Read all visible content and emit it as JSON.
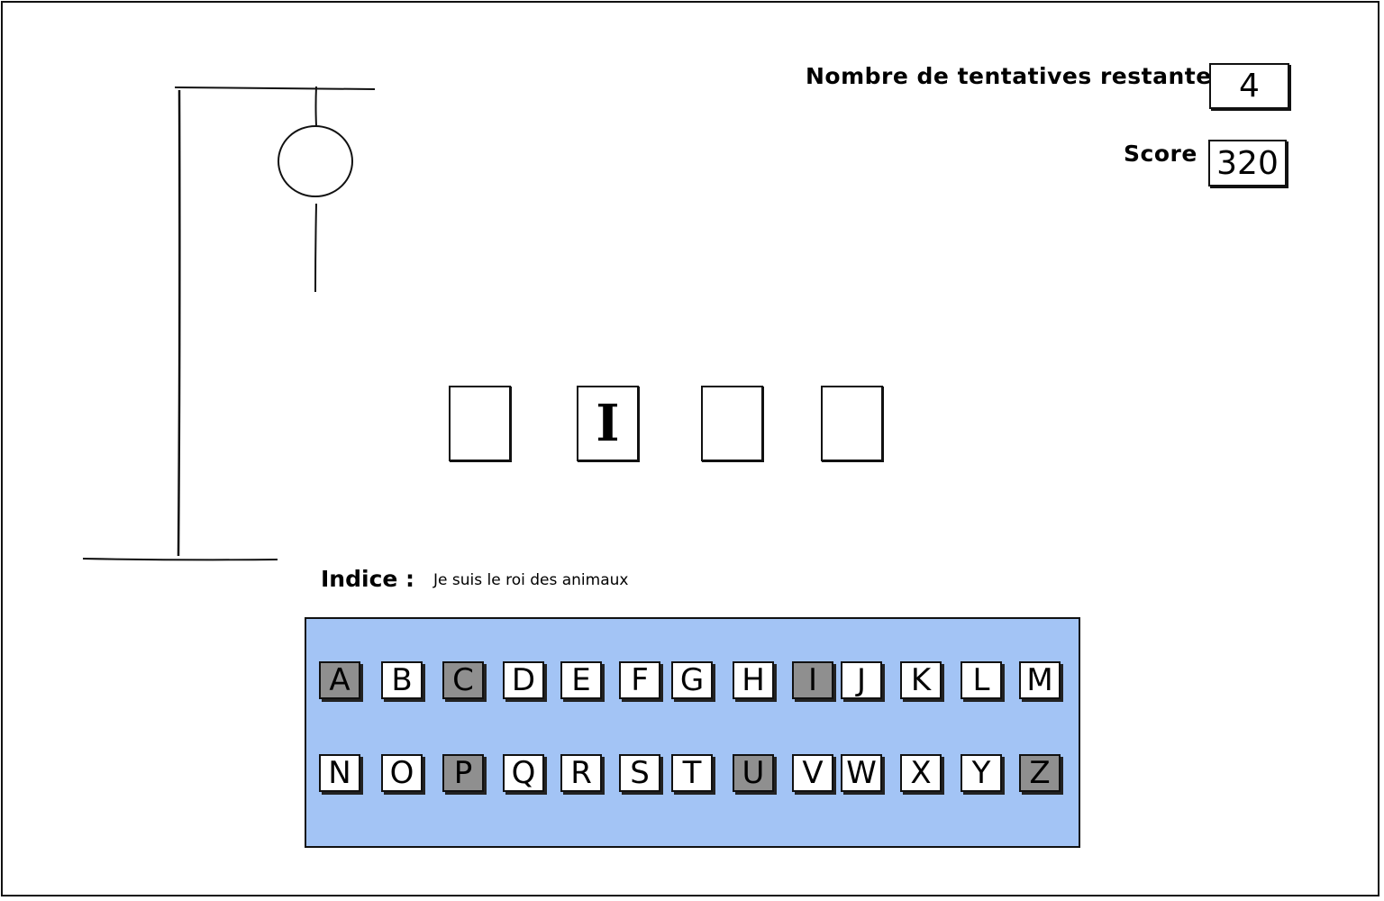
{
  "stats": {
    "attempts_label": "Nombre de tentatives restantes",
    "attempts_value": "4",
    "score_label": "Score",
    "score_value": "320"
  },
  "word": {
    "slots": [
      "",
      "I",
      "",
      ""
    ]
  },
  "hint": {
    "label": "Indice :",
    "text": "Je suis le roi des animaux"
  },
  "keyboard": {
    "row1": [
      {
        "letter": "A",
        "used": true
      },
      {
        "letter": "B",
        "used": false
      },
      {
        "letter": "C",
        "used": true
      },
      {
        "letter": "D",
        "used": false
      },
      {
        "letter": "E",
        "used": false
      },
      {
        "letter": "F",
        "used": false
      },
      {
        "letter": "G",
        "used": false
      },
      {
        "letter": "H",
        "used": false
      },
      {
        "letter": "I",
        "used": true
      },
      {
        "letter": "J",
        "used": false
      },
      {
        "letter": "K",
        "used": false
      },
      {
        "letter": "L",
        "used": false
      },
      {
        "letter": "M",
        "used": false
      }
    ],
    "row2": [
      {
        "letter": "N",
        "used": false
      },
      {
        "letter": "O",
        "used": false
      },
      {
        "letter": "P",
        "used": true
      },
      {
        "letter": "Q",
        "used": false
      },
      {
        "letter": "R",
        "used": false
      },
      {
        "letter": "S",
        "used": false
      },
      {
        "letter": "T",
        "used": false
      },
      {
        "letter": "U",
        "used": true
      },
      {
        "letter": "V",
        "used": false
      },
      {
        "letter": "W",
        "used": false
      },
      {
        "letter": "X",
        "used": false
      },
      {
        "letter": "Y",
        "used": false
      },
      {
        "letter": "Z",
        "used": true
      }
    ]
  },
  "colors": {
    "keyboard_bg": "#a3c4f5",
    "used_key": "#8f8f8f"
  }
}
